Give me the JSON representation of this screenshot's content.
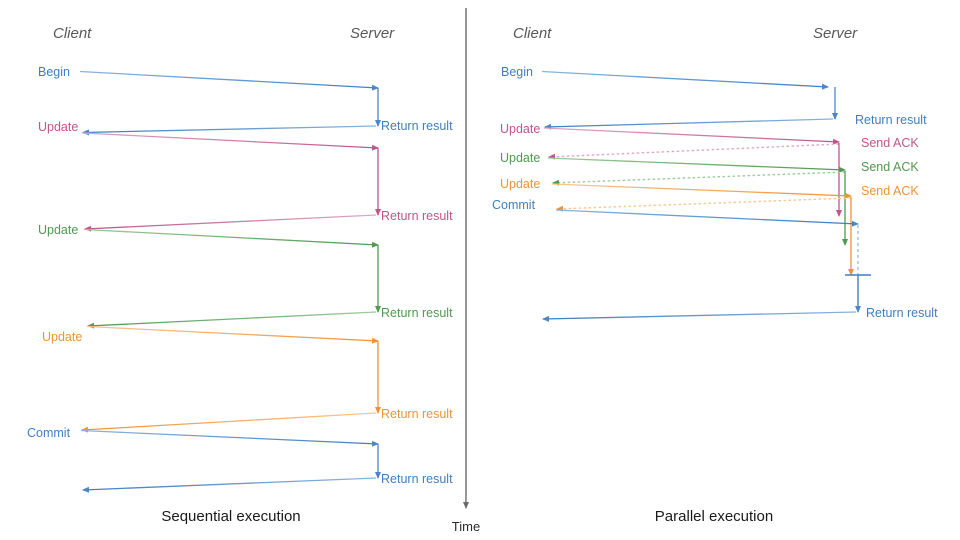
{
  "palette": {
    "blue": "#4a86c8",
    "blue_light": "#8ab4de",
    "pink": "#c2558c",
    "pink_light": "#d99ec0",
    "green": "#4f9a4f",
    "green_light": "#96c896",
    "orange": "#ef9338",
    "orange_light": "#f6bf86",
    "axis_gray": "#6b6b6b",
    "role_gray": "#595959",
    "caption_black": "#1a1a1a",
    "background": "#ffffff"
  },
  "time_axis": {
    "label": "Time"
  },
  "panels": [
    {
      "id": "sequential",
      "caption": "Sequential execution",
      "roles": {
        "client": "Client",
        "server": "Server"
      },
      "messages": [
        {
          "label": "Begin",
          "side": "client",
          "color": "blue"
        },
        {
          "label": "Return result",
          "side": "server",
          "color": "blue"
        },
        {
          "label": "Update",
          "side": "client",
          "color": "pink"
        },
        {
          "label": "Return result",
          "side": "server",
          "color": "pink"
        },
        {
          "label": "Update",
          "side": "client",
          "color": "green"
        },
        {
          "label": "Return result",
          "side": "server",
          "color": "green"
        },
        {
          "label": "Update",
          "side": "client",
          "color": "orange"
        },
        {
          "label": "Return result",
          "side": "server",
          "color": "orange"
        },
        {
          "label": "Commit",
          "side": "client",
          "color": "blue"
        },
        {
          "label": "Return result",
          "side": "server",
          "color": "blue"
        }
      ]
    },
    {
      "id": "parallel",
      "caption": "Parallel execution",
      "roles": {
        "client": "Client",
        "server": "Server"
      },
      "messages": [
        {
          "label": "Begin",
          "side": "client",
          "color": "blue"
        },
        {
          "label": "Return result",
          "side": "server",
          "color": "blue"
        },
        {
          "label": "Update",
          "side": "client",
          "color": "pink"
        },
        {
          "label": "Send ACK",
          "side": "server",
          "color": "pink"
        },
        {
          "label": "Update",
          "side": "client",
          "color": "green"
        },
        {
          "label": "Send ACK",
          "side": "server",
          "color": "green"
        },
        {
          "label": "Update",
          "side": "client",
          "color": "orange"
        },
        {
          "label": "Send ACK",
          "side": "server",
          "color": "orange"
        },
        {
          "label": "Commit",
          "side": "client",
          "color": "blue"
        },
        {
          "label": "Return result",
          "side": "server",
          "color": "blue"
        }
      ]
    }
  ],
  "labels": {
    "left": {
      "client_header": "Client",
      "server_header": "Server",
      "begin": "Begin",
      "update1": "Update",
      "update2": "Update",
      "update3": "Update",
      "commit": "Commit",
      "ret1": "Return result",
      "ret2": "Return result",
      "ret3": "Return result",
      "ret4": "Return result",
      "ret5": "Return result",
      "caption": "Sequential execution"
    },
    "right": {
      "client_header": "Client",
      "server_header": "Server",
      "begin": "Begin",
      "update1": "Update",
      "update2": "Update",
      "update3": "Update",
      "commit": "Commit",
      "ret1": "Return result",
      "ack1": "Send ACK",
      "ack2": "Send ACK",
      "ack3": "Send ACK",
      "ret2": "Return result",
      "caption": "Parallel execution"
    },
    "time": "Time"
  }
}
